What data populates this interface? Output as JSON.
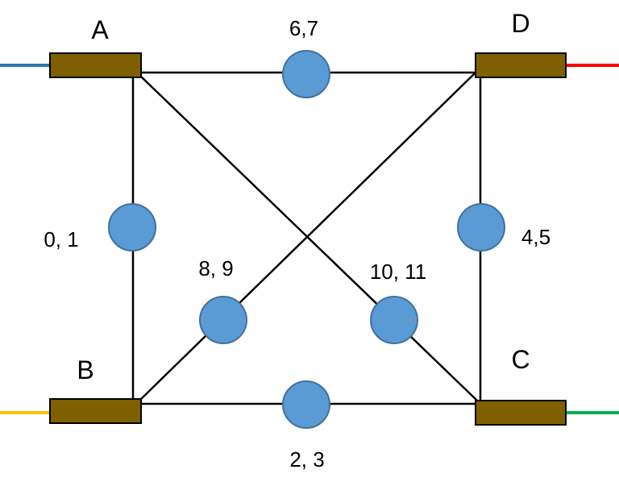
{
  "diagram": {
    "nodes": [
      {
        "id": "A",
        "label": "A"
      },
      {
        "id": "B",
        "label": "B"
      },
      {
        "id": "C",
        "label": "C"
      },
      {
        "id": "D",
        "label": "D"
      }
    ],
    "edges": [
      {
        "from": "A",
        "to": "D",
        "label": "6,7"
      },
      {
        "from": "A",
        "to": "B",
        "label": "0, 1"
      },
      {
        "from": "D",
        "to": "C",
        "label": "4,5"
      },
      {
        "from": "B",
        "to": "C",
        "label": "2, 3"
      },
      {
        "from": "B",
        "to": "D",
        "label": "8, 9"
      },
      {
        "from": "A",
        "to": "C",
        "label": "10, 11"
      }
    ],
    "external_links": [
      {
        "node": "A",
        "color": "#2E75B6"
      },
      {
        "node": "B",
        "color": "#FFC000"
      },
      {
        "node": "C",
        "color": "#00B050"
      },
      {
        "node": "D",
        "color": "#FF0000"
      }
    ],
    "colors": {
      "node_fill": "#7F6000",
      "channel_fill": "#5B9BD5",
      "line": "#000000"
    }
  }
}
